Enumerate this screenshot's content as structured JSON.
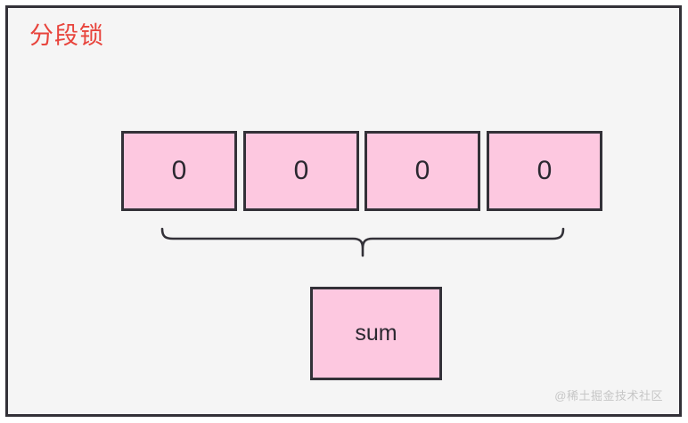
{
  "diagram": {
    "title": "分段锁",
    "title_color": "#e8443c",
    "frame_border_color": "#333138",
    "canvas_background": "#f5f5f5",
    "segments": [
      {
        "label": "0"
      },
      {
        "label": "0"
      },
      {
        "label": "0"
      },
      {
        "label": "0"
      }
    ],
    "segment_fill_color": "#fdc8e0",
    "segment_text_color": "#2b2830",
    "brace": {
      "name": "curly-brace",
      "orientation": "down",
      "color": "#333138"
    },
    "aggregate": {
      "label": "sum",
      "fill_color": "#fdc8e0",
      "text_color": "#2b2830"
    },
    "watermark": "@稀土掘金技术社区",
    "watermark_color": "#c6c6c6"
  }
}
